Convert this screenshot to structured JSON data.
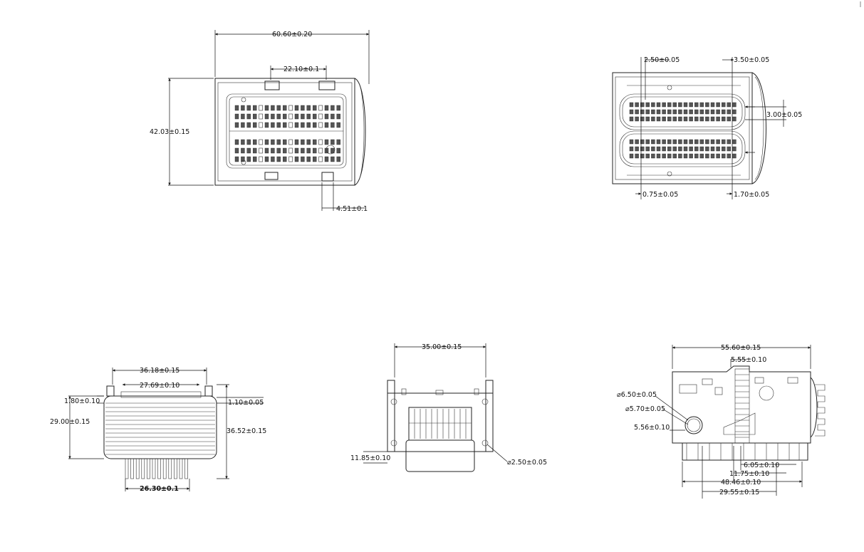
{
  "dimensions": {
    "top_left": {
      "width_overall": "60.60±0.20",
      "width_inner": "22.10±0.1",
      "height": "42.03±0.15",
      "tab": "4.51±0.1"
    },
    "top_right": {
      "a": "2.50±0.05",
      "b": "3.50±0.05",
      "c": "3.00±0.05",
      "d": "0.75±0.05",
      "e": "1.70±0.05"
    },
    "bottom_left": {
      "width_top": "36.18±0.15",
      "width_mid": "27.69±0.10",
      "left_step": "1.80±0.10",
      "right_step": "1.10±0.05",
      "height_left": "29.00±0.15",
      "height_right": "36.52±0.15",
      "width_bottom": "26.30±0.1"
    },
    "bottom_mid": {
      "width": "35.00±0.15",
      "height": "11.85±0.10",
      "hole": "2.50±0.05"
    },
    "bottom_right": {
      "width": "55.60±0.15",
      "step": "5.55±0.10",
      "dia_outer": "6.50±0.05",
      "dia_inner": "5.70±0.05",
      "offset": "5.56±0.10",
      "d1": "6.05±0.10",
      "d2": "11.75±0.10",
      "d3": "48.46±0.10",
      "d4": "29.55±0.15"
    }
  }
}
